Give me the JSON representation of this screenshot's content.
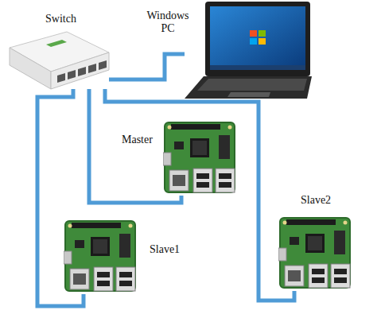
{
  "diagram": {
    "nodes": [
      {
        "text": [
          "Switch"
        ]
      },
      {
        "text": [
          "Windows PC"
        ]
      },
      {
        "text": [
          "Master"
        ]
      },
      {
        "text": [
          "Slave1"
        ]
      },
      {
        "text": [
          "Slave2"
        ]
      }
    ],
    "edges": [
      {
        "from": 0,
        "to": 1,
        "arrow": "none"
      },
      {
        "from": 0,
        "to": 2,
        "arrow": "none"
      },
      {
        "from": 0,
        "to": 3,
        "arrow": "none"
      },
      {
        "from": 0,
        "to": 4,
        "arrow": "none"
      }
    ]
  }
}
